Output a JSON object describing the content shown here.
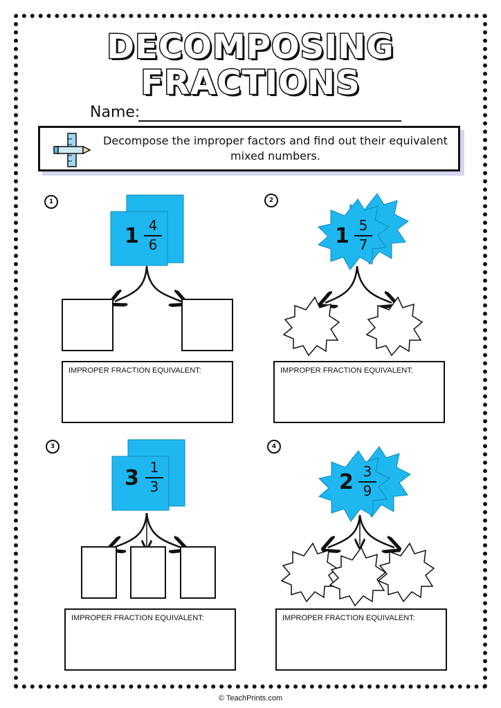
{
  "title": {
    "line1": "DECOMPOSING",
    "line2": "FRACTIONS"
  },
  "name_label": "Name:",
  "instruction": "Decompose the improper factors and find out their equivalent mixed numbers.",
  "answer_label": "IMPROPER FRACTION EQUIVALENT:",
  "problems": [
    {
      "number": "1",
      "whole": "1",
      "numerator": "4",
      "denominator": "6",
      "shape": "square",
      "parts": 2
    },
    {
      "number": "2",
      "whole": "1",
      "numerator": "5",
      "denominator": "7",
      "shape": "star",
      "parts": 2
    },
    {
      "number": "3",
      "whole": "3",
      "numerator": "1",
      "denominator": "3",
      "shape": "square",
      "parts": 3
    },
    {
      "number": "4",
      "whole": "2",
      "numerator": "3",
      "denominator": "9",
      "shape": "star",
      "parts": 3
    }
  ],
  "colors": {
    "accent": "#1fb7f0",
    "outline": "#111111"
  },
  "footer": "© TeachPrints.com"
}
